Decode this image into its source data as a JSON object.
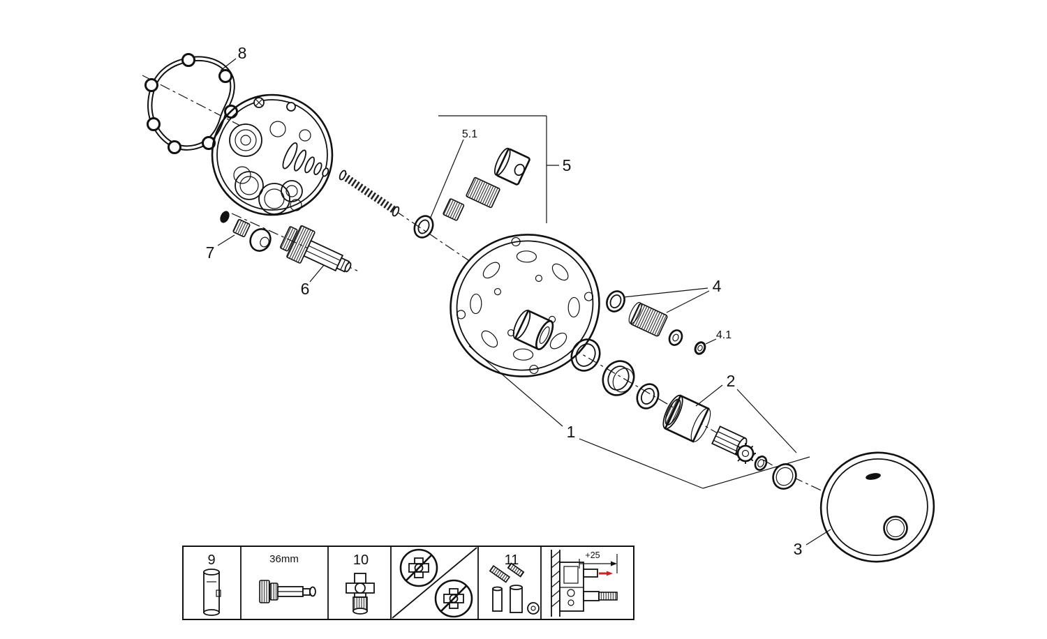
{
  "colors": {
    "background": "#ffffff",
    "line": "#111111",
    "red_accent": "#cc2420"
  },
  "diagram": {
    "type": "exploded-view-parts-diagram",
    "callouts": {
      "c1": "1",
      "c2": "2",
      "c3": "3",
      "c4": "4",
      "c4_1": "4.1",
      "c5": "5",
      "c5_1": "5.1",
      "c6": "6",
      "c7": "7",
      "c8": "8"
    },
    "legend": {
      "cells": [
        {
          "label": "9"
        },
        {
          "label": "36mm"
        },
        {
          "label": "10"
        },
        {
          "label": ""
        },
        {
          "label": "11"
        },
        {
          "label": "+25"
        }
      ]
    }
  }
}
